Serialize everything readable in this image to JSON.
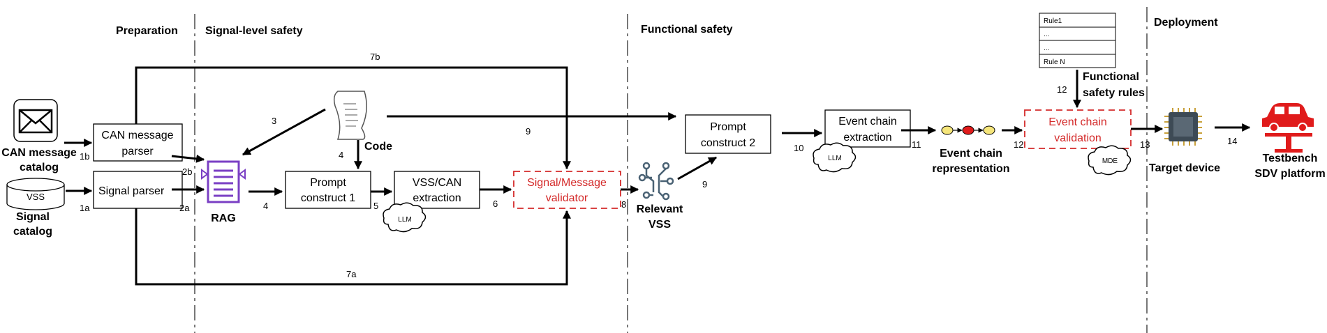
{
  "sections": {
    "preparation": "Preparation",
    "signal_safety": "Signal-level safety",
    "functional_safety": "Functional safety",
    "deployment": "Deployment"
  },
  "nodes": {
    "can_catalog": "CAN message catalog",
    "can_catalog_line1": "CAN message",
    "can_catalog_line2": "catalog",
    "vss_db_label": "VSS",
    "signal_catalog_line1": "Signal",
    "signal_catalog_line2": "catalog",
    "can_parser_line1": "CAN message",
    "can_parser_line2": "parser",
    "signal_parser": "Signal parser",
    "rag": "RAG",
    "code": "Code",
    "prompt1_line1": "Prompt",
    "prompt1_line2": "construct 1",
    "vss_can_line1": "VSS/CAN",
    "vss_can_line2": "extraction",
    "llm": "LLM",
    "validator_line1": "Signal/Message",
    "validator_line2": "validator",
    "relevant_vss_line1": "Relevant",
    "relevant_vss_line2": "VSS",
    "prompt2_line1": "Prompt",
    "prompt2_line2": "construct 2",
    "event_extraction_line1": "Event chain",
    "event_extraction_line2": "extraction",
    "event_repr_line1": "Event chain",
    "event_repr_line2": "representation",
    "event_validation_line1": "Event chain",
    "event_validation_line2": "validation",
    "mde": "MDE",
    "fs_rules_line1": "Functional",
    "fs_rules_line2": "safety rules",
    "target_device": "Target device",
    "testbench_line1": "Testbench",
    "testbench_line2": "SDV platform"
  },
  "rules_table": [
    "Rule1",
    "...",
    "...",
    "Rule N"
  ],
  "step_labels": {
    "s1a": "1a",
    "s1b": "1b",
    "s2a": "2a",
    "s2b": "2b",
    "s3": "3",
    "s4a": "4",
    "s4b": "4",
    "s5": "5",
    "s6": "6",
    "s7a": "7a",
    "s7b": "7b",
    "s8": "8",
    "s9a": "9",
    "s9b": "9",
    "s10": "10",
    "s11": "11",
    "s12a": "12",
    "s12b": "12",
    "s13": "13",
    "s14": "14"
  },
  "colors": {
    "accent_red": "#d42a2a",
    "rag_purple": "#7a3fc4",
    "vss_icon": "#4a6274",
    "chip": "#3d4a55"
  }
}
